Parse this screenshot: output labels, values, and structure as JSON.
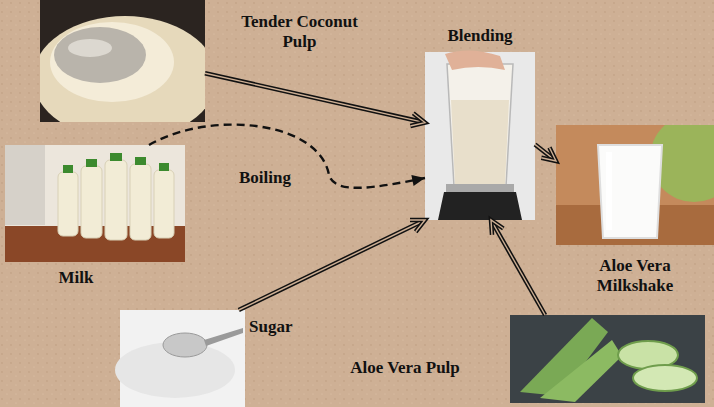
{
  "diagram": {
    "nodes": [
      {
        "text": [
          "Tender Coconut Pulp"
        ]
      },
      {
        "text": [
          "Blending"
        ]
      },
      {
        "text": [
          "Milk"
        ]
      },
      {
        "text": [
          "Aloe Vera Milkshake"
        ]
      },
      {
        "text": [
          "Sugar"
        ]
      },
      {
        "text": [
          "Aloe Vera Pulp"
        ]
      }
    ],
    "edges": [
      {
        "from": 0,
        "to": 1,
        "arrow": "to"
      },
      {
        "from": 2,
        "to": 1,
        "label": "Boiling",
        "arrow": "to"
      },
      {
        "from": 1,
        "to": 3,
        "arrow": "to"
      },
      {
        "from": 4,
        "to": 1,
        "arrow": "to"
      },
      {
        "from": 5,
        "to": 1,
        "arrow": "to"
      }
    ]
  }
}
